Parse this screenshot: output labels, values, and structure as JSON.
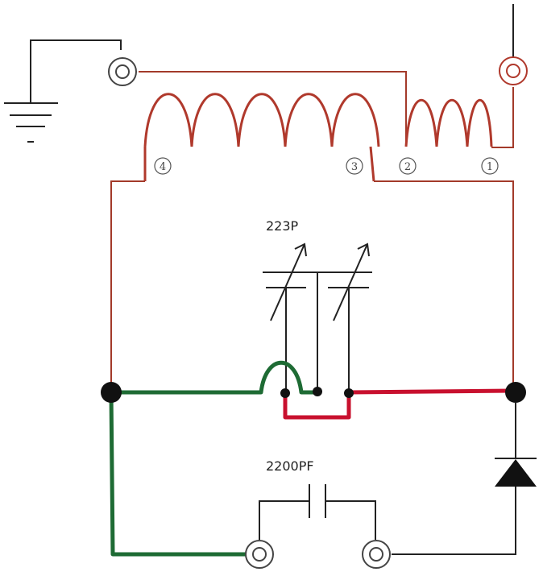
{
  "capacitor_variable": {
    "label": "223P"
  },
  "capacitor_fixed": {
    "label": "2200PF"
  },
  "coil_taps": [
    "4",
    "3",
    "2",
    "1"
  ],
  "colors": {
    "wire": "#a33a2a",
    "ground_wire": "#222222",
    "green_wire": "#1e6b34",
    "red_wire": "#c8102e",
    "coil": "#b0392c"
  }
}
